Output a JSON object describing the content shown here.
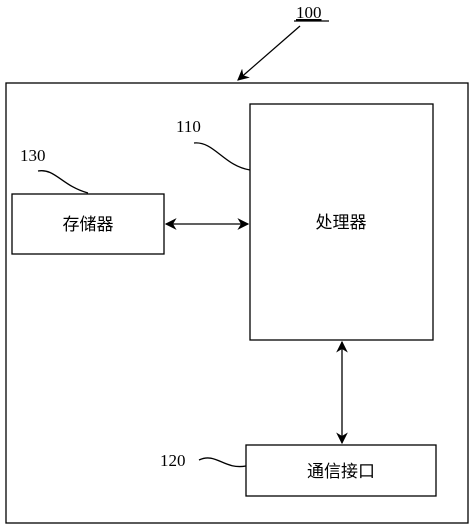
{
  "device": {
    "ref": "100"
  },
  "processor": {
    "label": "处理器",
    "ref": "110"
  },
  "comm_interface": {
    "label": "通信接口",
    "ref": "120"
  },
  "memory": {
    "label": "存储器",
    "ref": "130"
  }
}
